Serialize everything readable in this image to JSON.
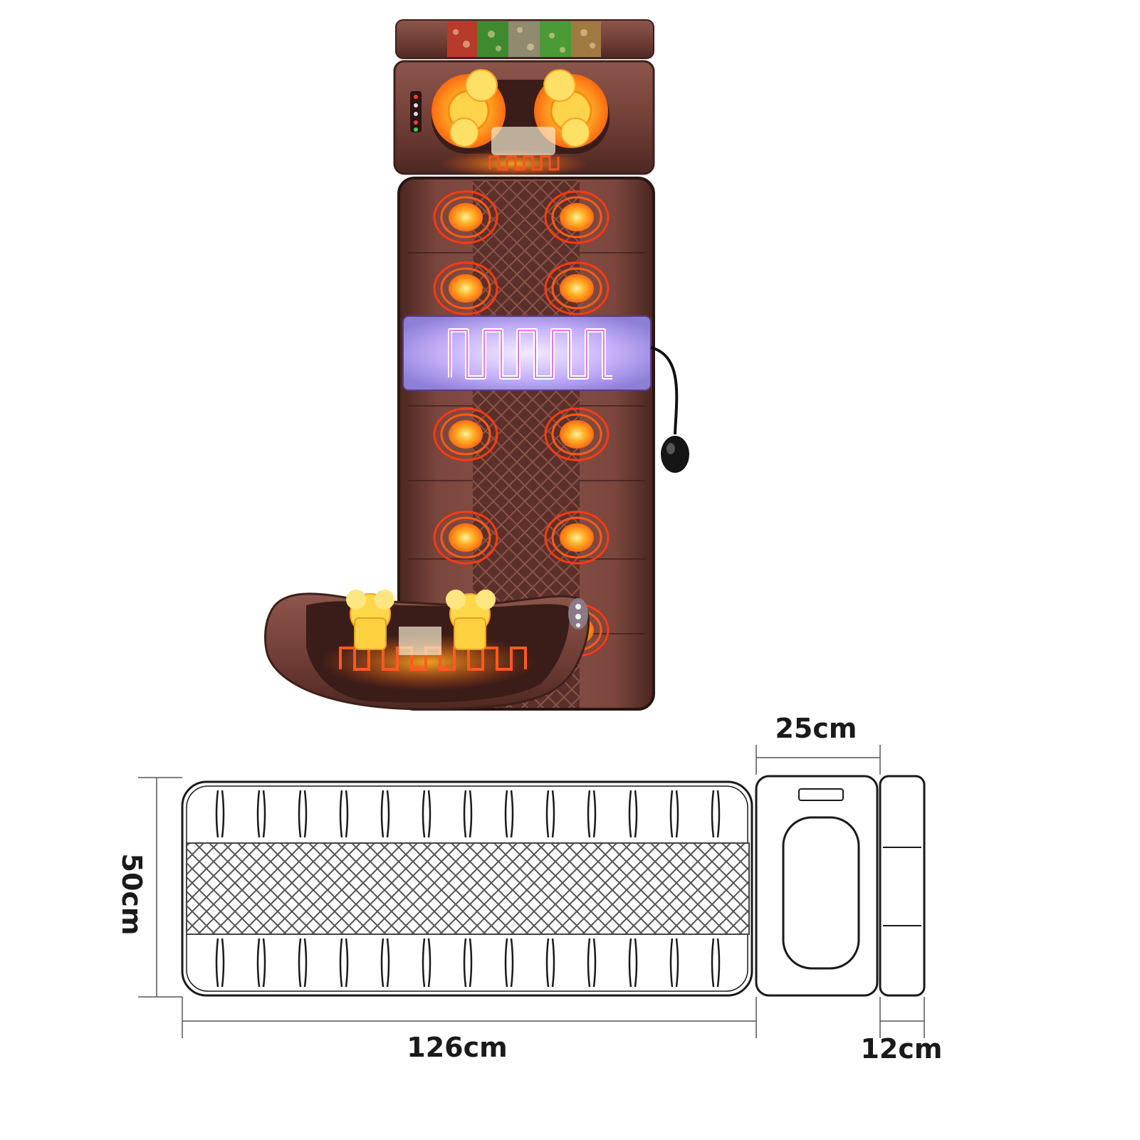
{
  "dimensions": {
    "head_width": "25cm",
    "mat_width": "50cm",
    "mat_length": "126cm",
    "pillow_width": "12cm"
  },
  "colors": {
    "leather": "#6b3b33",
    "leather_dark": "#3d201b",
    "leather_light": "#8a5249",
    "heat_red": "#ff3a10",
    "heat_orange": "#ffb020",
    "heat_yellow": "#ffe066",
    "lumbar_glow": "#c9b6ff",
    "outline": "#1a1a1a"
  },
  "icons": [
    "herb-pillow-icon",
    "heat-node-icon",
    "kneading-roller-icon",
    "air-pump-bulb-icon",
    "control-button-icon"
  ]
}
